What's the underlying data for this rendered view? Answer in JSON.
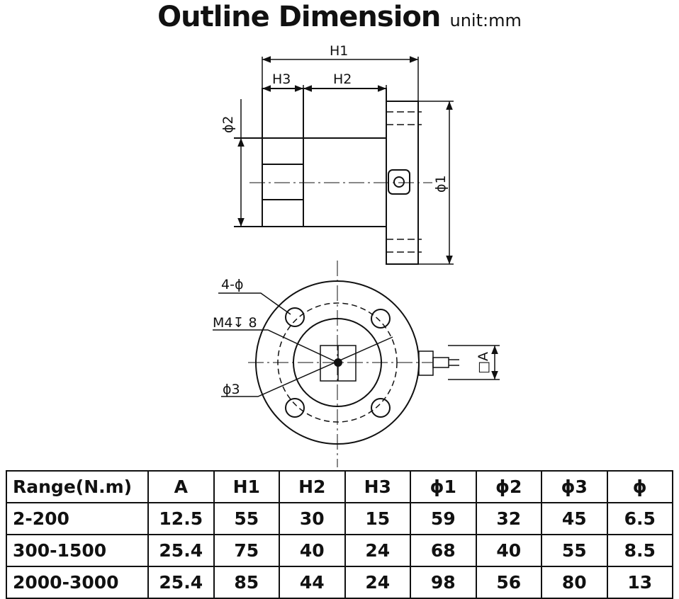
{
  "title": {
    "main": "Outline Dimension",
    "unit": "unit:mm"
  },
  "drawing_labels": {
    "h1": "H1",
    "h2": "H2",
    "h3": "H3",
    "phi1": "ϕ1",
    "phi2": "ϕ2",
    "phi3": "ϕ3",
    "holes": "4-ϕ",
    "thread": "M4↧ 8",
    "a": "□A"
  },
  "table": {
    "headers": [
      "Range(N.m)",
      "A",
      "H1",
      "H2",
      "H3",
      "ϕ1",
      "ϕ2",
      "ϕ3",
      "ϕ"
    ],
    "rows": [
      [
        "2-200",
        "12.5",
        "55",
        "30",
        "15",
        "59",
        "32",
        "45",
        "6.5"
      ],
      [
        "300-1500",
        "25.4",
        "75",
        "40",
        "24",
        "68",
        "40",
        "55",
        "8.5"
      ],
      [
        "2000-3000",
        "25.4",
        "85",
        "44",
        "24",
        "98",
        "56",
        "80",
        "13"
      ]
    ]
  }
}
